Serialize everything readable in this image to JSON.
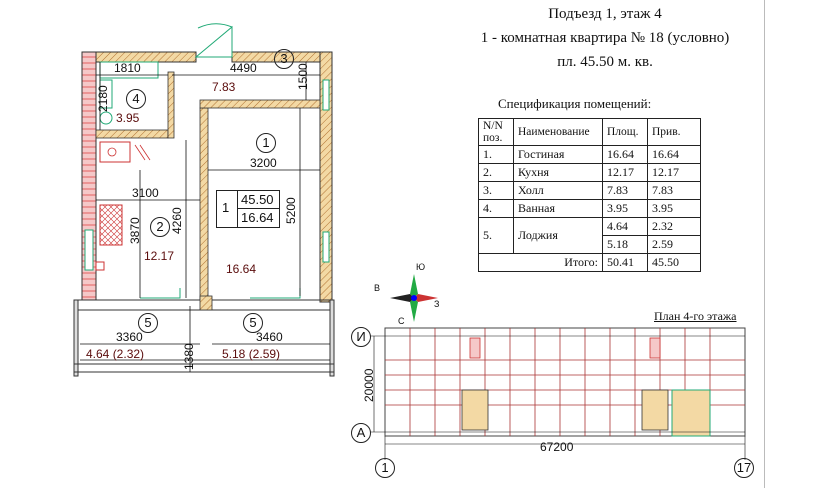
{
  "header": {
    "line1": "Подъезд 1,  этаж 4",
    "line2": "1 - комнатная квартира  № 18 (условно)",
    "line3": "пл. 45.50 м. кв."
  },
  "spec": {
    "title": "Спецификация помещений:",
    "headers": [
      "N/N поз.",
      "Наименование",
      "Площ.",
      "Прив."
    ],
    "rows": [
      {
        "num": "1.",
        "name": "Гостиная",
        "area": "16.64",
        "prov": "16.64"
      },
      {
        "num": "2.",
        "name": "Кухня",
        "area": "12.17",
        "prov": "12.17"
      },
      {
        "num": "3.",
        "name": "Холл",
        "area": "7.83",
        "prov": "7.83"
      },
      {
        "num": "4.",
        "name": "Ванная",
        "area": "3.95",
        "prov": "3.95"
      }
    ],
    "loggia": {
      "num": "5.",
      "name": "Лоджия",
      "area1": "4.64",
      "prov1": "2.32",
      "area2": "5.18",
      "prov2": "2.59"
    },
    "total": {
      "label": "Итого:",
      "area": "50.41",
      "prov": "45.50"
    }
  },
  "plan": {
    "dims": {
      "d1810": "1810",
      "d4490": "4490",
      "d1500": "1500",
      "d2180": "2180",
      "d3200": "3200",
      "d3100": "3100",
      "d5200": "5200",
      "d3870": "3870",
      "d4260": "4260",
      "d3360": "3360",
      "d1380": "1380",
      "d3460": "3460"
    },
    "rooms": {
      "r1": "1",
      "r2": "2",
      "r3": "3",
      "r4": "4",
      "r5a": "5",
      "r5b": "5"
    },
    "areas": {
      "hall": "7.83",
      "bath": "3.95",
      "kitchen": "12.17",
      "living": "16.64",
      "loggia1": "4.64 (2.32)",
      "loggia2": "5.18 (2.59)"
    },
    "summary": {
      "room_count": "1",
      "total": "45.50",
      "living": "16.64"
    }
  },
  "compass": {
    "n": "Ю",
    "w": "В",
    "e": "З",
    "s": "С"
  },
  "floor_plan": {
    "label": "План 4-го этажа",
    "axis_top": "И",
    "axis_bottom": "А",
    "axis_left": "1",
    "axis_right": "17",
    "width": "67200",
    "height": "20000"
  }
}
